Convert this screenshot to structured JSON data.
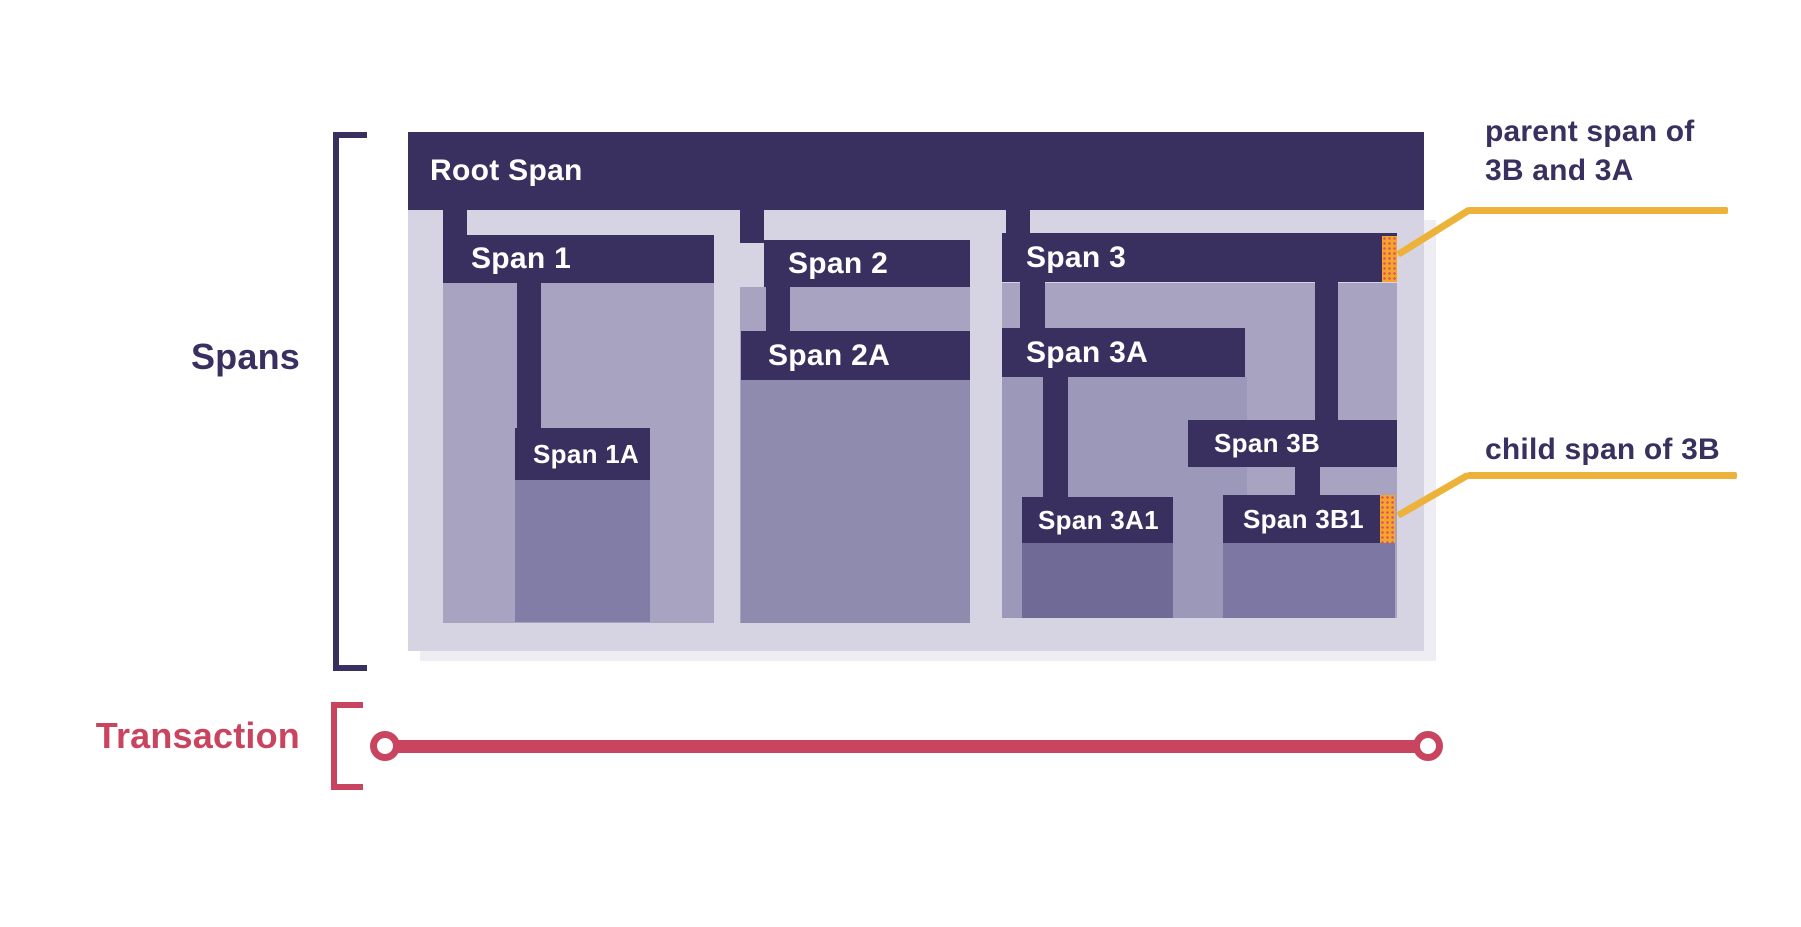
{
  "labels": {
    "spans": "Spans",
    "transaction": "Transaction"
  },
  "spans": [
    {
      "id": "root",
      "label": "Root Span",
      "parent": null
    },
    {
      "id": "span1",
      "label": "Span 1",
      "parent": "root"
    },
    {
      "id": "span1a",
      "label": "Span 1A",
      "parent": "span1"
    },
    {
      "id": "span2",
      "label": "Span 2",
      "parent": "root"
    },
    {
      "id": "span2a",
      "label": "Span 2A",
      "parent": "span2"
    },
    {
      "id": "span3",
      "label": "Span 3",
      "parent": "root"
    },
    {
      "id": "span3a",
      "label": "Span 3A",
      "parent": "span3"
    },
    {
      "id": "span3a1",
      "label": "Span 3A1",
      "parent": "span3a"
    },
    {
      "id": "span3b",
      "label": "Span 3B",
      "parent": "span3"
    },
    {
      "id": "span3b1",
      "label": "Span 3B1",
      "parent": "span3b"
    }
  ],
  "annotations": {
    "parent_span": {
      "text_line1": "parent span of",
      "text_line2": "3B and 3A",
      "points_to": "span3"
    },
    "child_span": {
      "text": "child span of 3B",
      "points_to": "span3b1"
    }
  },
  "colors": {
    "dark": "#393060",
    "navy": "#393060",
    "light": "#d6d4e3",
    "medium": "#a7a3c1",
    "fill1a": "#827da6",
    "fill2a": "#8f8bae",
    "fill3a": "#9c98b9",
    "fill3a1": "#6f6b96",
    "fill3b1": "#7d78a3",
    "orange": "#f4a62a",
    "orange_dot": "#e0506a",
    "yellow": "#ecb23a",
    "red": "#c9445f"
  }
}
